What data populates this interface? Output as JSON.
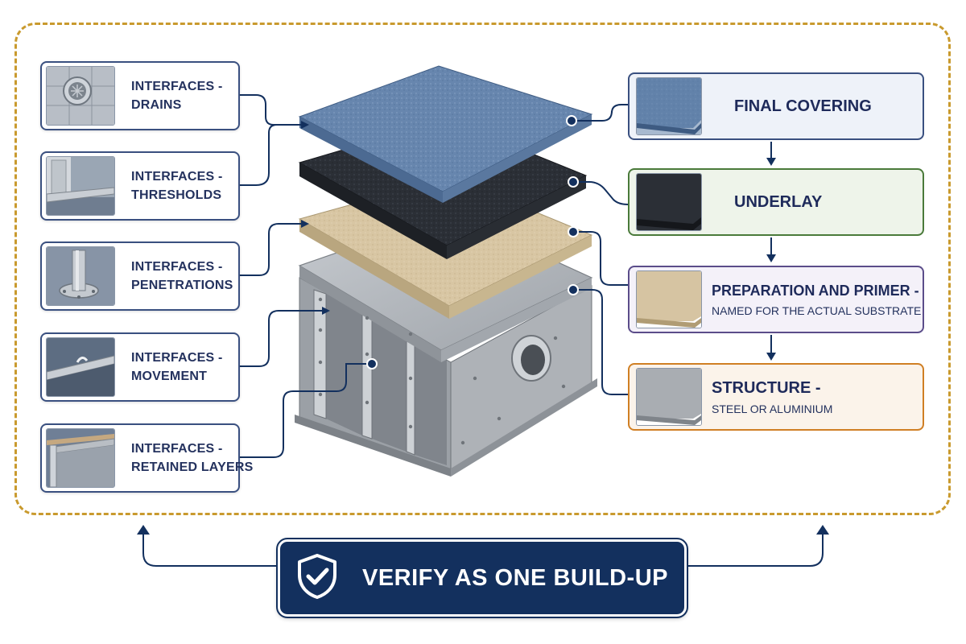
{
  "interfaces": [
    {
      "line1": "INTERFACES -",
      "line2": "DRAINS",
      "icon": "drain-icon"
    },
    {
      "line1": "INTERFACES -",
      "line2": "THRESHOLDS",
      "icon": "threshold-icon"
    },
    {
      "line1": "INTERFACES -",
      "line2": "PENETRATIONS",
      "icon": "penetration-icon"
    },
    {
      "line1": "INTERFACES -",
      "line2": "MOVEMENT",
      "icon": "movement-joint-icon"
    },
    {
      "line1": "INTERFACES -",
      "line2": "RETAINED LAYERS",
      "icon": "retained-layers-icon"
    }
  ],
  "layers": {
    "final": {
      "title": "FINAL COVERING",
      "color": "#5f7fa8"
    },
    "underlay": {
      "title": "UNDERLAY",
      "color": "#2b2f36"
    },
    "prep": {
      "title": "PREPARATION AND PRIMER -",
      "subtitle": "NAMED FOR THE ACTUAL SUBSTRATE",
      "color": "#d6c4a2"
    },
    "structure": {
      "title": "STRUCTURE -",
      "subtitle": "STEEL OR ALUMINIUM",
      "color": "#a9adb2"
    }
  },
  "verify": {
    "label": "VERIFY AS ONE BUILD-UP",
    "icon": "shield-check-icon"
  },
  "colors": {
    "frame": "#c99a2e",
    "navy": "#13305e",
    "underlay_border": "#4a7a3a",
    "prep_border": "#5b4d8a",
    "structure_border": "#d07f24"
  }
}
